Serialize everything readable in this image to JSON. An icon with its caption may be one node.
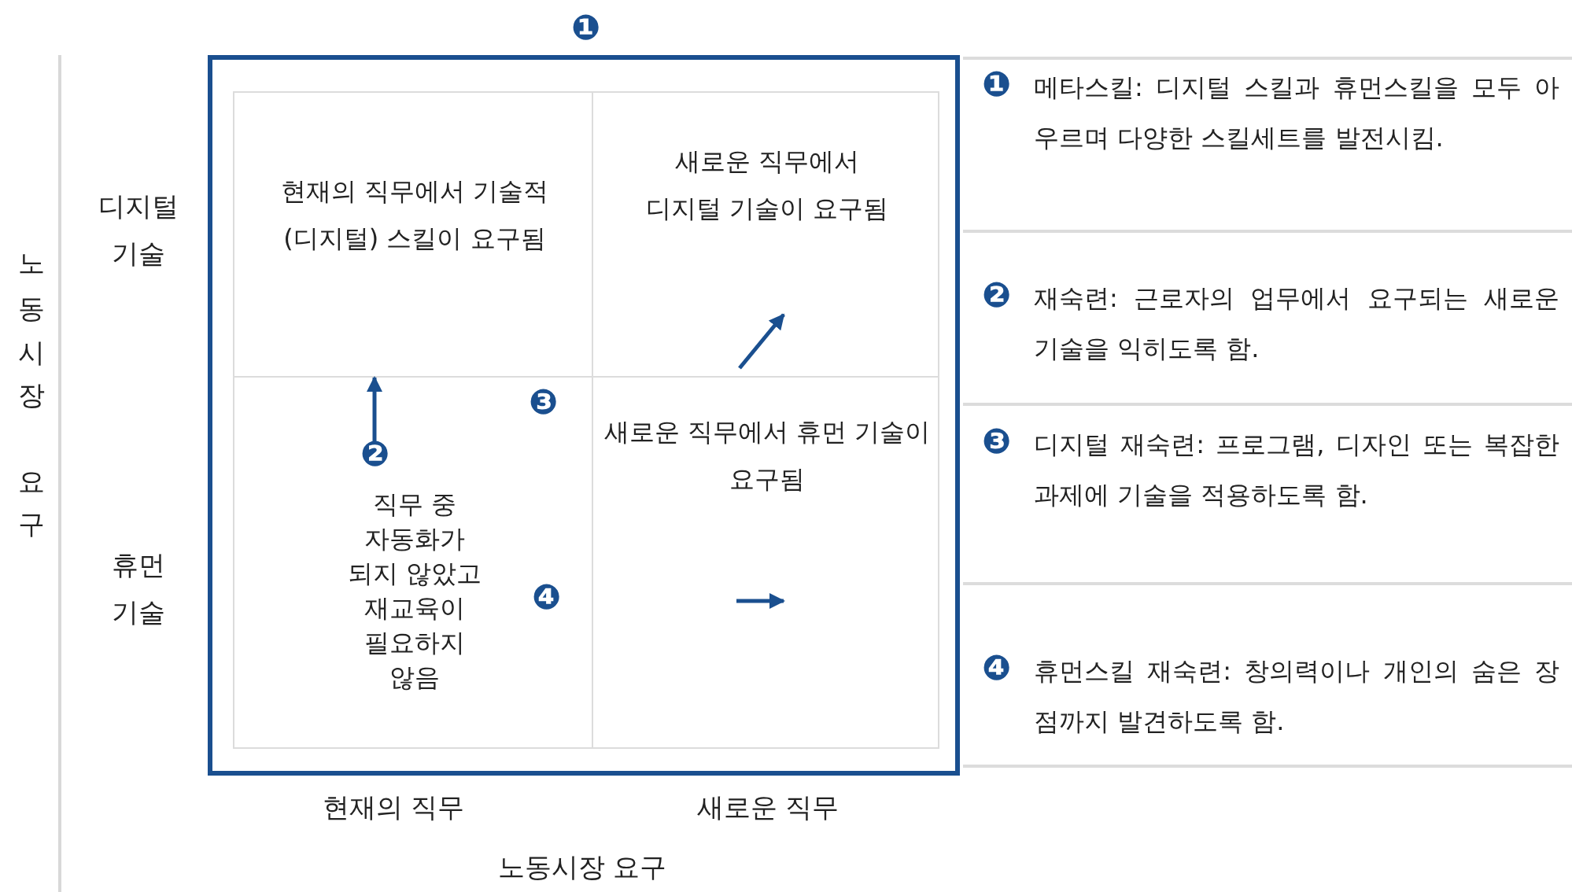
{
  "diagram": {
    "nodes": [
      {
        "text": [
          "❶"
        ]
      },
      {
        "text": [
          "현재의 직무에서 기술적(디지털) 스킬이 요구됨"
        ],
        "in": 0
      },
      {
        "text": [
          "새로운 직무에서 디지털 기술이 요구됨"
        ],
        "in": 0
      },
      {
        "text": [
          "직무 중 자동화가 되지 않았고 재교육이 필요하지 않음"
        ],
        "in": 0
      },
      {
        "text": [
          "새로운 직무에서 휴먼 기술이 요구됨"
        ],
        "in": 0
      }
    ],
    "edges": [
      {
        "from": 3,
        "to": 1,
        "arrow": "to"
      },
      {
        "from": 4,
        "to": 2,
        "arrow": "to"
      }
    ],
    "labels": [
      "노동시장 요구",
      "디지털 기술",
      "휴먼 기술",
      "❷",
      "❸",
      "❹",
      "현재의 직무",
      "새로운 직무",
      "노동시장 요구",
      "❶",
      "메타스킬: 디지털 스킬과 휴먼스킬을 모두 아우르며 다양한 스킬세트를 발전시킴.",
      "❷",
      "재숙련: 근로자의 업무에서 요구되는 새로운 기술을 익히도록 함.",
      "❸",
      "디지털 재숙련: 프로그램, 디자인 또는 복잡한 과제에 기술을 적용하도록 함.",
      "❹",
      "휴먼스킬 재숙련: 창의력이나 개인의 숨은 장점까지 발견하도록 함."
    ]
  }
}
